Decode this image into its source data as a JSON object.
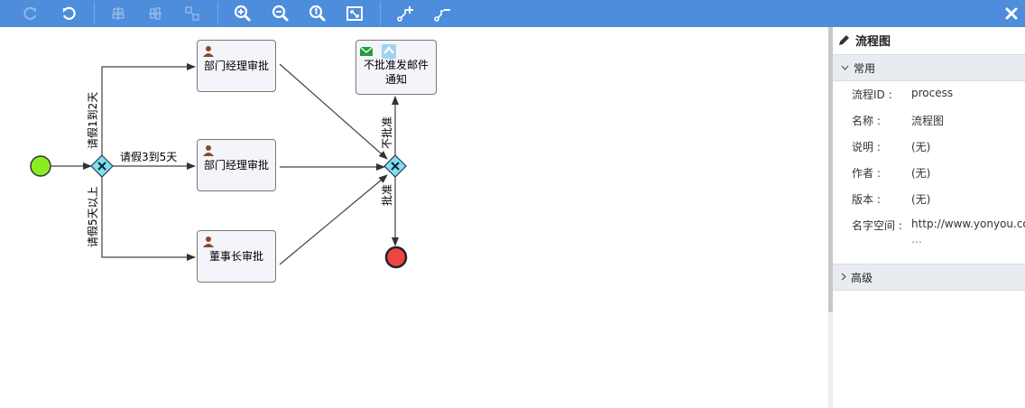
{
  "toolbar": {
    "buttons": [
      {
        "name": "redo-icon",
        "enabled": false
      },
      {
        "name": "undo-icon",
        "enabled": true
      },
      {
        "name": "align-horizontal-icon",
        "enabled": false
      },
      {
        "name": "align-vertical-icon",
        "enabled": false
      },
      {
        "name": "same-size-icon",
        "enabled": false
      },
      {
        "name": "zoom-in-icon",
        "enabled": true
      },
      {
        "name": "zoom-out-icon",
        "enabled": true
      },
      {
        "name": "zoom-actual-icon",
        "enabled": true
      },
      {
        "name": "fit-page-icon",
        "enabled": true
      },
      {
        "name": "add-bendpoint-icon",
        "enabled": true
      },
      {
        "name": "remove-bendpoint-icon",
        "enabled": true
      },
      {
        "name": "close-icon",
        "enabled": true
      }
    ],
    "color": "#4d8ddb"
  },
  "diagram": {
    "tasks": {
      "t1": "部门经理审批",
      "t2": "部门经理审批",
      "t3": "董事长审批",
      "mail": "不批准发邮件\n通知"
    },
    "labels": {
      "upper": "请假1到2天",
      "middle": "请假3到5天",
      "lower": "请假5天以上",
      "reject": "不批准",
      "approve": "批准"
    },
    "colors": {
      "start_event": "#88ee22",
      "end_event": "#ee4444",
      "gateway": "#7fe0f0",
      "task_fill": "#f4f4fb"
    }
  },
  "panel": {
    "title": "流程图",
    "section_common": "常用",
    "section_advanced": "高级",
    "props": [
      {
        "key": "流程ID :",
        "value": "process"
      },
      {
        "key": "名称 :",
        "value": "流程图"
      },
      {
        "key": "说明 :",
        "value": "(无)"
      },
      {
        "key": "作者 :",
        "value": "(无)"
      },
      {
        "key": "版本 :",
        "value": "(无)"
      },
      {
        "key": "名字空间 :",
        "value": "http://www.yonyou.com"
      }
    ],
    "ellipsis": "…"
  }
}
